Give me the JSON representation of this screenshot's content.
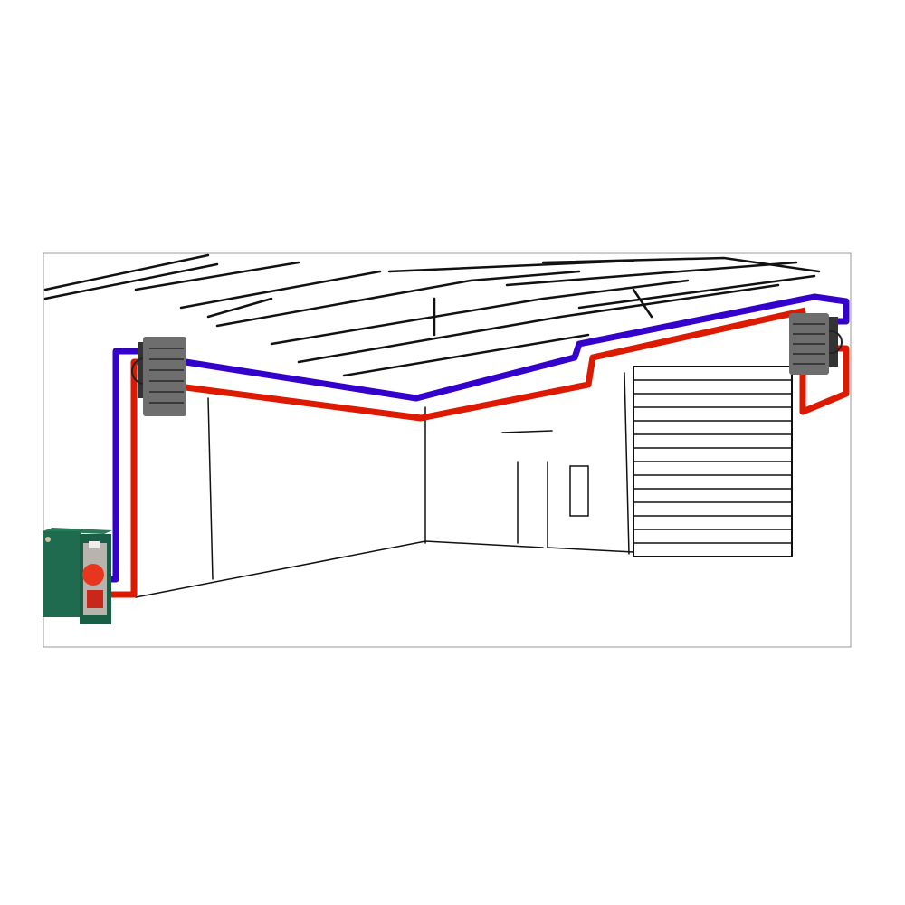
{
  "diagram": {
    "components": [
      {
        "type": "boiler",
        "icon": "boiler-icon",
        "color": "#1f6b4f"
      },
      {
        "type": "unit-heater",
        "icon": "fan-heater-icon",
        "color": "#6e6e6e"
      },
      {
        "type": "unit-heater",
        "icon": "fan-heater-icon",
        "color": "#6e6e6e"
      }
    ],
    "pipes": {
      "return_color": "#3300cc",
      "flow_color": "#dd1a00"
    },
    "background": "warehouse-interior-sketch"
  }
}
